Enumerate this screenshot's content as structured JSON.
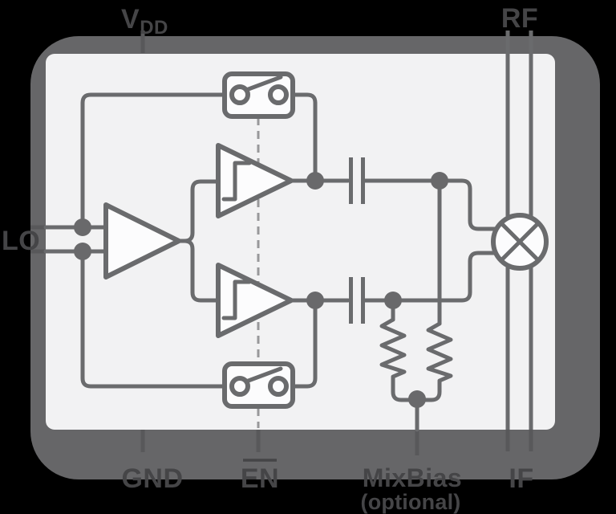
{
  "pins": {
    "vdd": {
      "main": "V",
      "sub": "DD"
    },
    "rf": "RF",
    "lo": "LO",
    "gnd": "GND",
    "en": "EN",
    "mixbias": "MixBias",
    "mixbias_note": "(optional)",
    "if": "IF"
  },
  "colors": {
    "background": "#000000",
    "package_body": "#666668",
    "die_face": "#f2f2f3",
    "wire": "#6a6b6d",
    "component_fill": "#fcfcfd",
    "junction_dot": "#69696b",
    "enable_dashed_line": "#98989a",
    "pin_label_text": "#454547"
  }
}
